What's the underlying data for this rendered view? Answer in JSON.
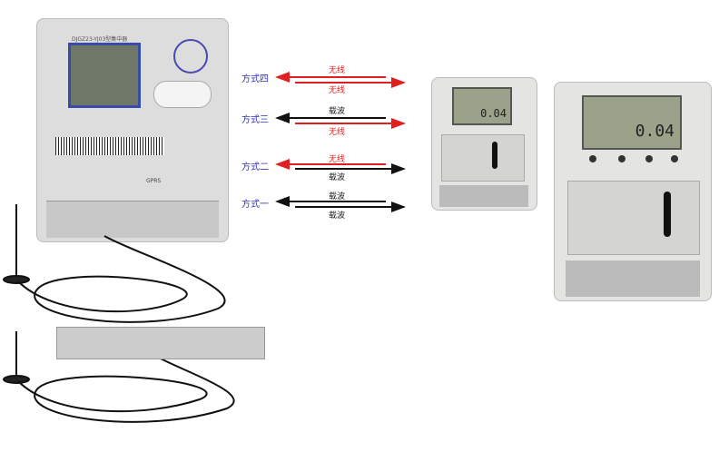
{
  "concentrator": {
    "model": "DJGZ23-YJ03型集中器",
    "gprs_label": "GPRS"
  },
  "modes": [
    {
      "label": "方式四",
      "upper": "无线",
      "lower": "无线",
      "upper_color": "#e02020",
      "lower_color": "#e02020"
    },
    {
      "label": "方式三",
      "upper": "载波",
      "lower": "无线",
      "upper_color": "#222222",
      "lower_color": "#e02020"
    },
    {
      "label": "方式二",
      "upper": "无线",
      "lower": "载波",
      "upper_color": "#e02020",
      "lower_color": "#222222"
    },
    {
      "label": "方式一",
      "upper": "载波",
      "lower": "载波",
      "upper_color": "#222222",
      "lower_color": "#222222"
    }
  ],
  "meter_small": {
    "reading": "0.04"
  },
  "meter_large": {
    "reading": "0.04"
  }
}
